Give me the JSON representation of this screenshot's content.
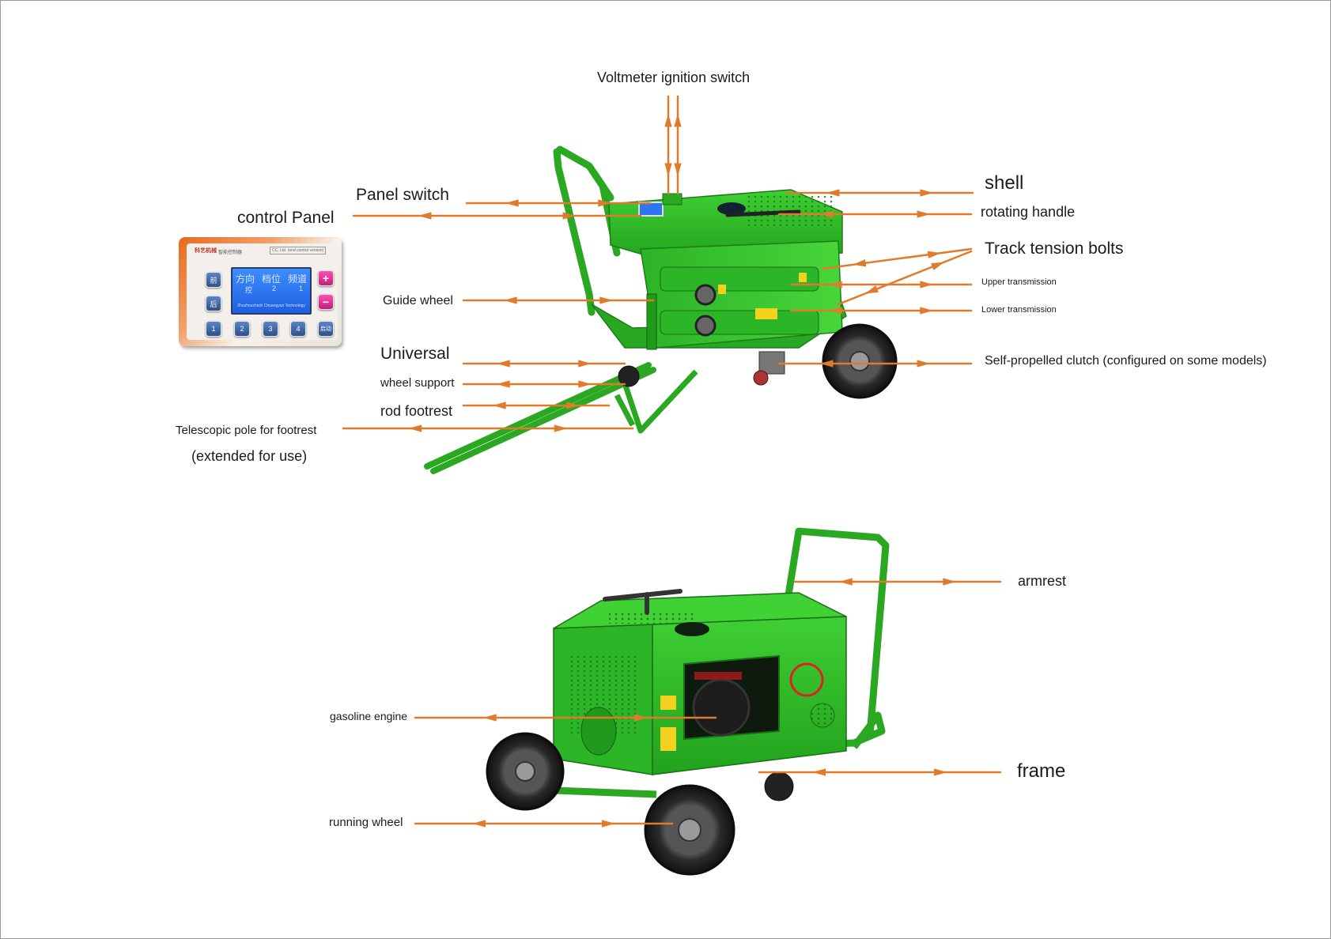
{
  "labels": {
    "voltmeter": "Voltmeter ignition switch",
    "panel_switch": "Panel switch",
    "control_panel": "control Panel",
    "shell": "shell",
    "rotating_handle": "rotating handle",
    "track_bolts": "Track tension bolts",
    "upper_transmission": "Upper transmission",
    "lower_transmission": "Lower transmission",
    "guide_wheel": "Guide wheel",
    "universal": "Universal",
    "wheel_support": "wheel support",
    "rod_footrest": "rod footrest",
    "telescopic_pole": "Telescopic pole for footrest",
    "extended": "(extended for use)",
    "clutch": "Self-propelled clutch (configured on some models)",
    "armrest": "armrest",
    "gasoline_engine": "gasoline engine",
    "frame": "frame",
    "running_wheel": "running wheel"
  },
  "control_panel_inset": {
    "brand": "科艺机械",
    "title": "智能控制器",
    "subtitle": "CC, Ltd. (end control version)",
    "lcd": {
      "headers": [
        "方向",
        "档位",
        "频道"
      ],
      "values": [
        "控",
        "2",
        "1"
      ],
      "footer": "Zhuzhouzhishi Chuangyun Technology"
    },
    "left_keys": [
      "前",
      "后"
    ],
    "bottom_keys": [
      "1",
      "2",
      "3",
      "4"
    ],
    "end_key": "启动",
    "plus_key": "+",
    "minus_key": "−"
  },
  "colors": {
    "machine_green": "#2fb82a",
    "arrow_orange": "#e07b2c",
    "panel_orange": "#e66a1e",
    "lcd_blue": "#2f74f0"
  }
}
